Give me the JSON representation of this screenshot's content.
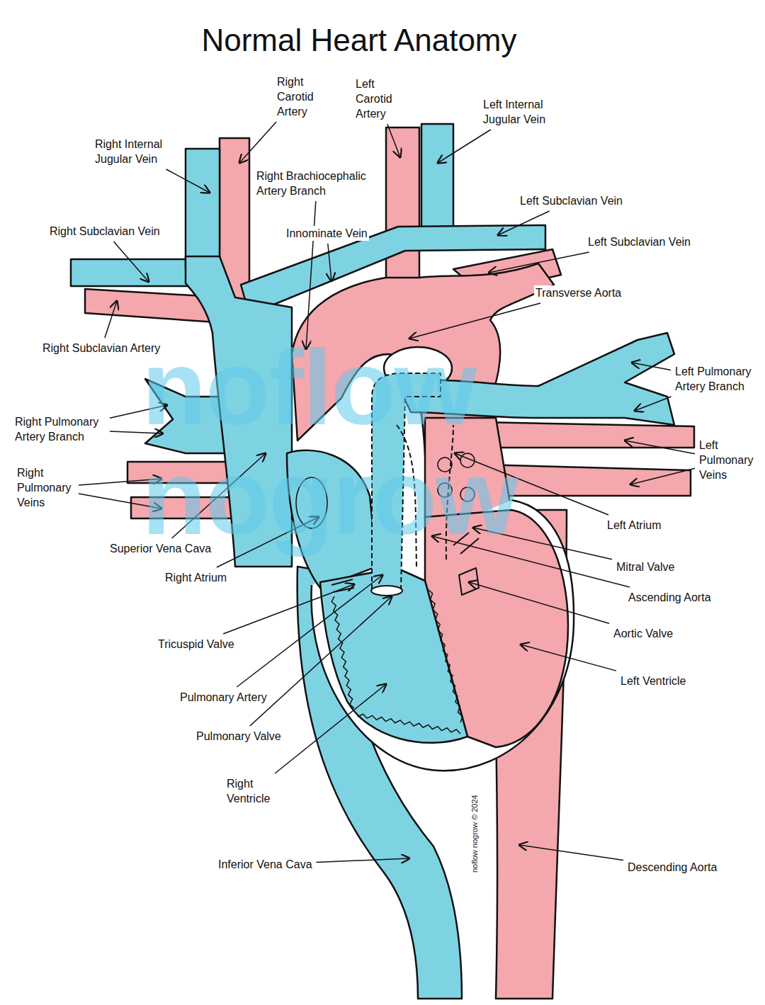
{
  "diagram": {
    "title": "Normal Heart Anatomy",
    "labels": [
      "Right Carotid Artery",
      "Left Carotid Artery",
      "Left Internal Jugular Vein",
      "Right Internal Jugular Vein",
      "Right Brachiocephalic Artery Branch",
      "Innominate Vein",
      "Left Subclavian Vein",
      "Right Subclavian Vein",
      "Left Subclavian Vein",
      "Transverse Aorta",
      "Right Subclavian Artery",
      "Left Pulmonary Artery Branch",
      "Right Pulmonary Artery Branch",
      "Left Pulmonary Veins",
      "Right Pulmonary Veins",
      "Left Atrium",
      "Superior Vena Cava",
      "Mitral Valve",
      "Right Atrium",
      "Ascending Aorta",
      "Aortic Valve",
      "Tricuspid Valve",
      "Left Ventricle",
      "Pulmonary Artery",
      "Pulmonary Valve",
      "Right Ventricle",
      "Inferior Vena Cava",
      "Descending Aorta",
      "noflow nogrow",
      "noflow nogrow © 2024"
    ]
  }
}
